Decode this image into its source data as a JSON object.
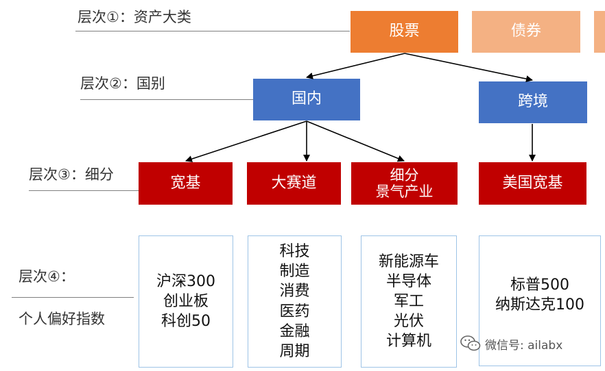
{
  "levels": {
    "l1": "层次①：资产大类",
    "l2": "层次②：国别",
    "l3": "层次③：细分",
    "l4_line1": "层次④：",
    "l4_line2": "个人偏好指数"
  },
  "nodes": {
    "stocks": "股票",
    "bonds": "债券",
    "domestic": "国内",
    "cross_border": "跨境",
    "broad_base": "宽基",
    "big_track": "大赛道",
    "niche_line1": "细分",
    "niche_line2": "景气产业",
    "us_broad": "美国宽基"
  },
  "leaves": {
    "broad_base": [
      "沪深300",
      "创业板",
      "科创50"
    ],
    "big_track": [
      "科技",
      "制造",
      "消费",
      "医药",
      "金融",
      "周期"
    ],
    "niche": [
      "新能源车",
      "半导体",
      "军工",
      "光伏",
      "计算机"
    ],
    "us_broad": [
      "标普500",
      "纳斯达克100"
    ]
  },
  "watermark": {
    "text": "微信号: ailabx",
    "icon": "wechat-icon"
  },
  "colors": {
    "level1": "#ed7d31",
    "level1_light": "#f4b183",
    "level2": "#4472c4",
    "level3": "#c00000",
    "leaf_border": "#9dc3e6"
  }
}
